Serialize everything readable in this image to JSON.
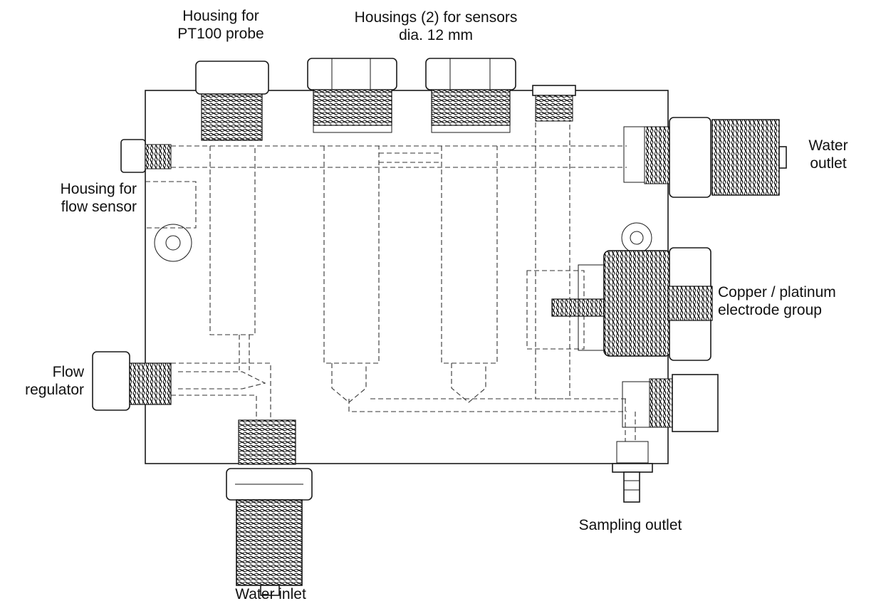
{
  "labels": {
    "pt100_housing": [
      "Housing for",
      "PT100 probe"
    ],
    "sensor_housings": [
      "Housings (2) for sensors",
      "dia. 12 mm"
    ],
    "water_outlet": [
      "Water",
      "outlet"
    ],
    "flow_sensor_housing": [
      "Housing for",
      "flow sensor"
    ],
    "electrode_group": [
      "Copper / platinum",
      "electrode group"
    ],
    "flow_regulator": [
      "Flow",
      "regulator"
    ],
    "sampling_outlet": [
      "Sampling outlet"
    ],
    "water_inlet": [
      "Water inlet"
    ]
  }
}
